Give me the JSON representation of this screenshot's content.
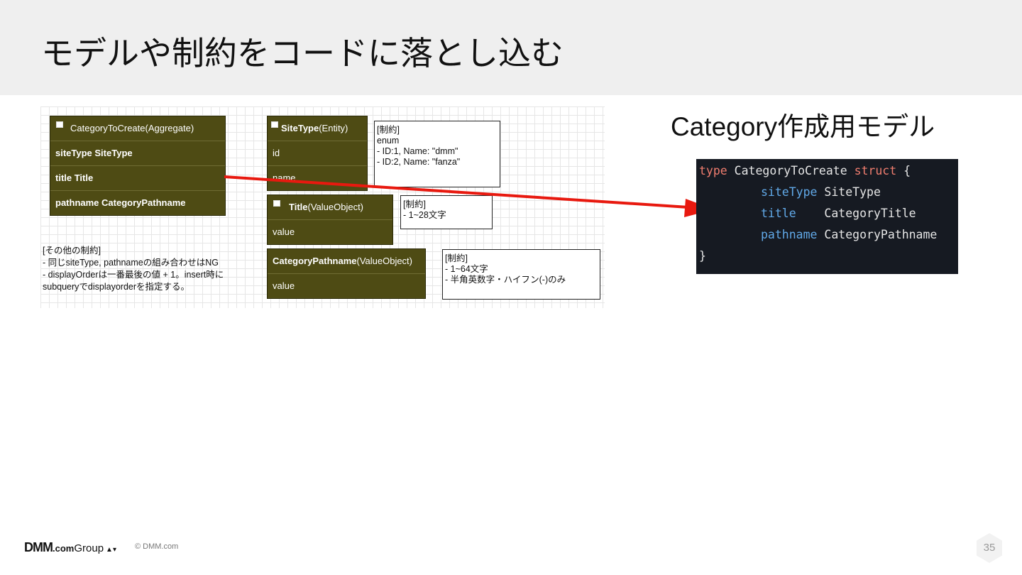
{
  "slide": {
    "title": "モデルや制約をコードに落とし込む",
    "page_number": "35"
  },
  "diagram": {
    "aggregate": {
      "title": "CategoryToCreate(Aggregate)",
      "fields": [
        "siteType SiteType",
        "title Title",
        "pathname CategoryPathname"
      ]
    },
    "site_type": {
      "name_bold": "SiteType",
      "name_suffix": "(Entity)",
      "fields": [
        "id",
        "name"
      ]
    },
    "site_type_note": {
      "lines": [
        "[制約]",
        "enum",
        "- ID:1, Name: \"dmm\"",
        "- ID:2, Name: \"fanza\""
      ]
    },
    "title_vo": {
      "name_bold": "Title",
      "name_suffix": "(ValueObject)",
      "fields": [
        "value"
      ]
    },
    "title_note": {
      "lines": [
        "[制約]",
        "- 1~28文字"
      ]
    },
    "pathname_vo": {
      "name_bold": "CategoryPathname",
      "name_suffix": "(ValueObject)",
      "fields": [
        "value"
      ]
    },
    "pathname_note": {
      "lines": [
        "[制約]",
        "- 1~64文字",
        "- 半角英数字・ハイフン(-)のみ"
      ]
    },
    "other_constraints": {
      "lines": [
        "[その他の制約]",
        "- 同じsiteType, pathnameの組み合わせはNG",
        "- displayOrderは一番最後の値 + 1。insert時に",
        "subqueryでdisplayorderを指定する。"
      ]
    }
  },
  "code_section": {
    "caption": "Category作成用モデル",
    "code": {
      "kw_type": "type",
      "struct_name": " CategoryToCreate ",
      "kw_struct": "struct",
      "open_brace": " {",
      "fields": [
        {
          "name": "siteType",
          "pad": " ",
          "type": "SiteType"
        },
        {
          "name": "title",
          "pad": "    ",
          "type": "CategoryTitle"
        },
        {
          "name": "pathname",
          "pad": " ",
          "type": "CategoryPathname"
        }
      ],
      "close_brace": "}"
    }
  },
  "footer": {
    "logo_dmm": "DMM",
    "logo_com": ".com",
    "logo_group": "Group",
    "copyright": "© DMM.com"
  },
  "colors": {
    "uml_fill": "#4e4b14",
    "arrow": "#e8190f",
    "code_bg": "#161a22",
    "code_keyword": "#f07d6f",
    "code_field": "#61a9e8",
    "header_bg": "#efefef"
  }
}
